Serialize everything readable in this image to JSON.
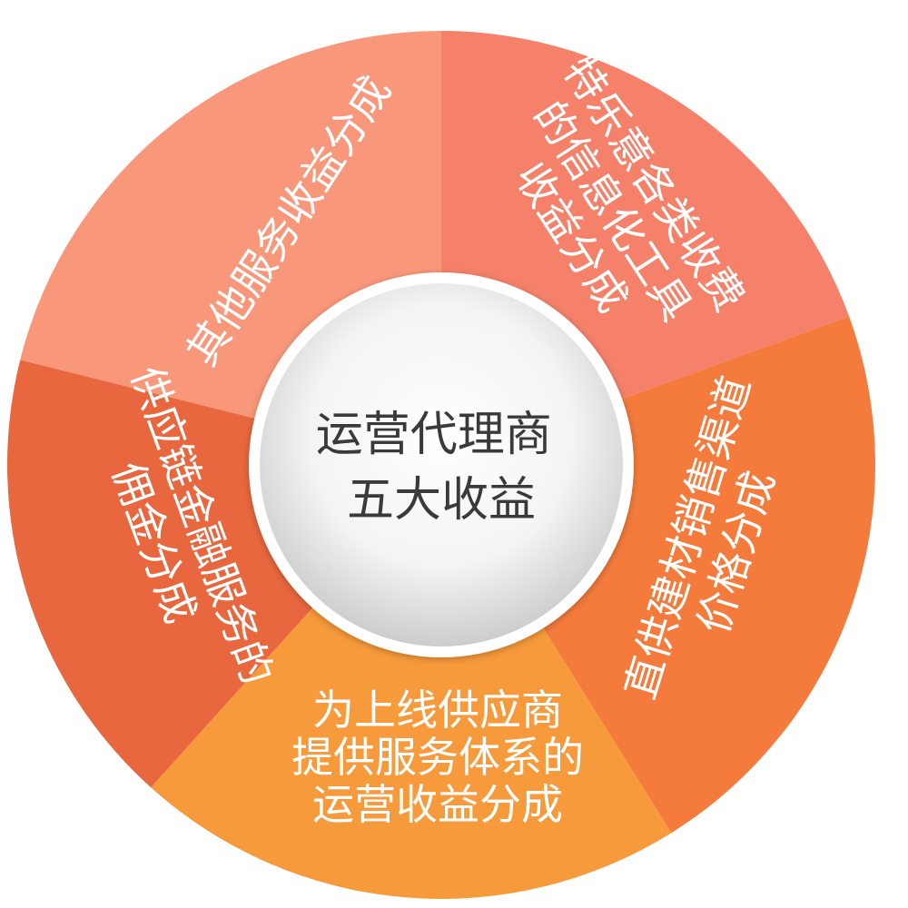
{
  "center": {
    "lines": [
      "运营代理商",
      "五大收益"
    ],
    "text_color": "#3a3a3a"
  },
  "segments": [
    {
      "id": "other-services",
      "lines": [
        "其他服务收益分成"
      ],
      "color": "#f9977a"
    },
    {
      "id": "tele-info-tools",
      "lines": [
        "特乐意各类收费",
        "的信息化工具",
        "收益分成"
      ],
      "color": "#f5816a"
    },
    {
      "id": "direct-supply-materials",
      "lines": [
        "直供建材销售渠道",
        "价格分成"
      ],
      "color": "#f47b3c"
    },
    {
      "id": "supplier-services",
      "lines": [
        "为上线供应商",
        "提供服务体系的",
        "运营收益分成"
      ],
      "color": "#f79a3b"
    },
    {
      "id": "supply-chain-finance",
      "lines": [
        "供应链金融服务的",
        "佣金分成"
      ],
      "color": "#e8673e"
    }
  ]
}
